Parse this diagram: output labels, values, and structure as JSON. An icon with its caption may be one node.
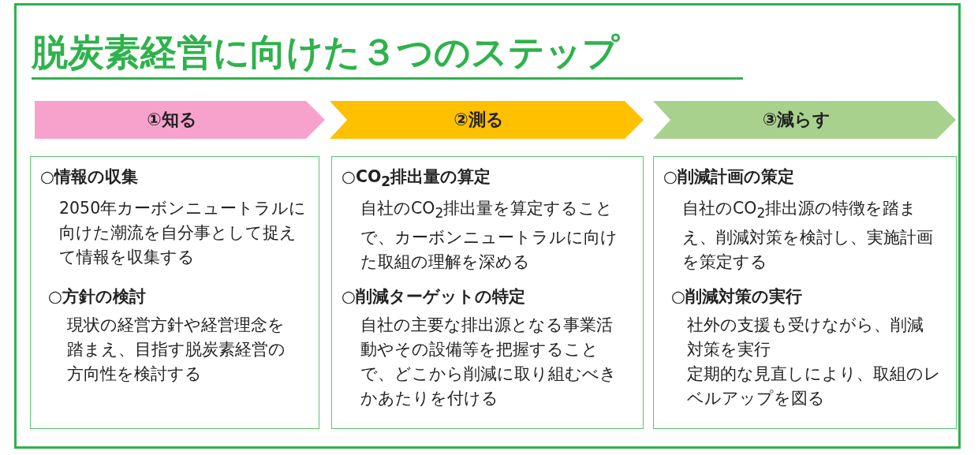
{
  "diagram": {
    "title": "脱炭素経営に向けた３つのステップ",
    "nodes": [
      {
        "text": [
          "①知る"
        ]
      },
      {
        "text": [
          "②測る"
        ]
      },
      {
        "text": [
          "③減らす"
        ]
      },
      {
        "text": [
          "○情報の収集",
          "2050年カーボンニュートラルに向けた潮流を自分事として捉えて情報を収集する",
          "○方針の検討",
          "現状の経営方針や経営理念を踏まえ、目指す脱炭素経営の方向性を検討する"
        ]
      },
      {
        "text": [
          "○CO$_{2}$排出量の算定",
          "自社のCO$_{2}$排出量を算定することで、カーボンニュートラルに向けた取組の理解を深める",
          "○削減ターゲットの特定",
          "自社の主要な排出源となる事業活動やその設備等を把握することで、どこから削減に取り組むべきかあたりを付ける"
        ]
      },
      {
        "text": [
          "○削減計画の策定",
          "自社のCO$_{2}$排出源の特徴を踏まえ、削減対策を検討し、実施計画を策定する",
          "○削減対策の実行",
          "社外の支援も受けながら、削減対策を実行",
          "定期的な見直しにより、取組のレベルアップを図る"
        ]
      }
    ]
  }
}
